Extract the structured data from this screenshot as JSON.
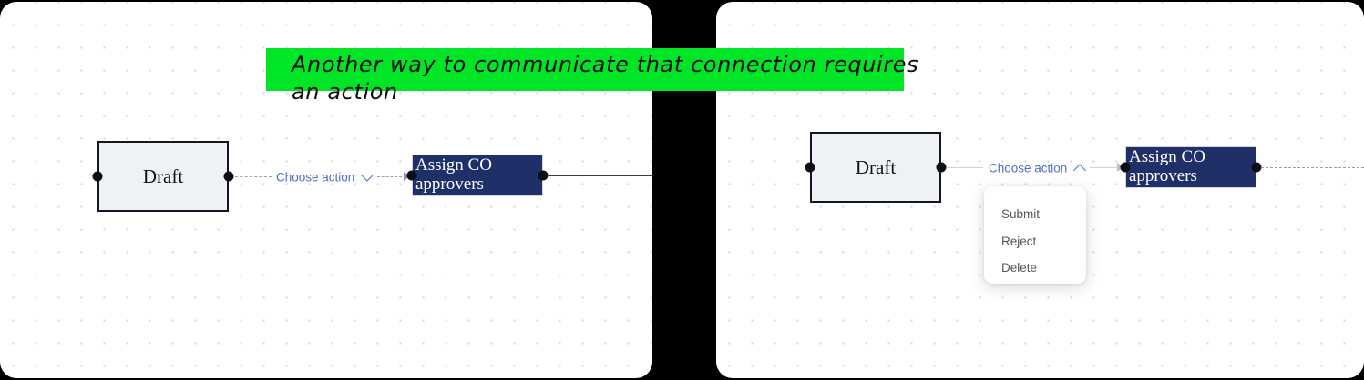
{
  "annotation": {
    "text": "Another way to communicate that connection requires an action",
    "highlight_color": "#00e526",
    "text_color": "#0b0b0b"
  },
  "colors": {
    "canvas_background": "#ffffff",
    "page_background": "#000000",
    "dot_grid": "#d5d5da",
    "draft_node_fill": "#eef1f5",
    "draft_node_border": "#15151f",
    "assign_node_fill": "#1f2f68",
    "assign_node_text": "#ffffff",
    "edge_label_text": "#4d72bb",
    "edge_dashed": "#9aa0ab",
    "edge_solid_light": "#cfd3da",
    "menu_item_text": "#55585e"
  },
  "panels": [
    {
      "id": "left",
      "name": "before-state",
      "nodes": [
        {
          "id": "draft",
          "label": "Draft"
        },
        {
          "id": "assign",
          "label_line1": "Assign CO",
          "label_line2": "approvers"
        }
      ],
      "edge": {
        "label": "Choose action",
        "chevron": "chevron-down-icon",
        "style": "dashed"
      },
      "dropdown_open": false
    },
    {
      "id": "right",
      "name": "after-state",
      "nodes": [
        {
          "id": "draft",
          "label": "Draft"
        },
        {
          "id": "assign",
          "label_line1": "Assign CO",
          "label_line2": "approvers"
        }
      ],
      "edge": {
        "label": "Choose action",
        "chevron": "chevron-up-icon",
        "style": "solid"
      },
      "dropdown_open": true,
      "dropdown": {
        "items": [
          {
            "label": "Submit"
          },
          {
            "label": "Reject"
          },
          {
            "label": "Delete"
          }
        ]
      }
    }
  ]
}
